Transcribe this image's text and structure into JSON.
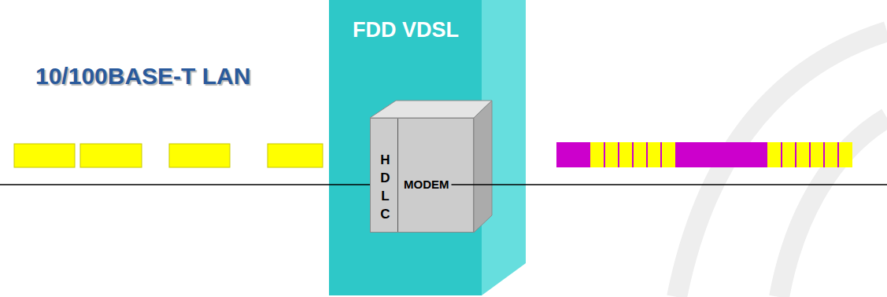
{
  "diagram": {
    "nodes": [
      {
        "text": [
          "FDD VDSL"
        ]
      },
      {
        "text": [
          "HDLC",
          "MODEM"
        ],
        "in": 0
      }
    ],
    "labels": [
      "10/100BASE-T LAN"
    ]
  }
}
